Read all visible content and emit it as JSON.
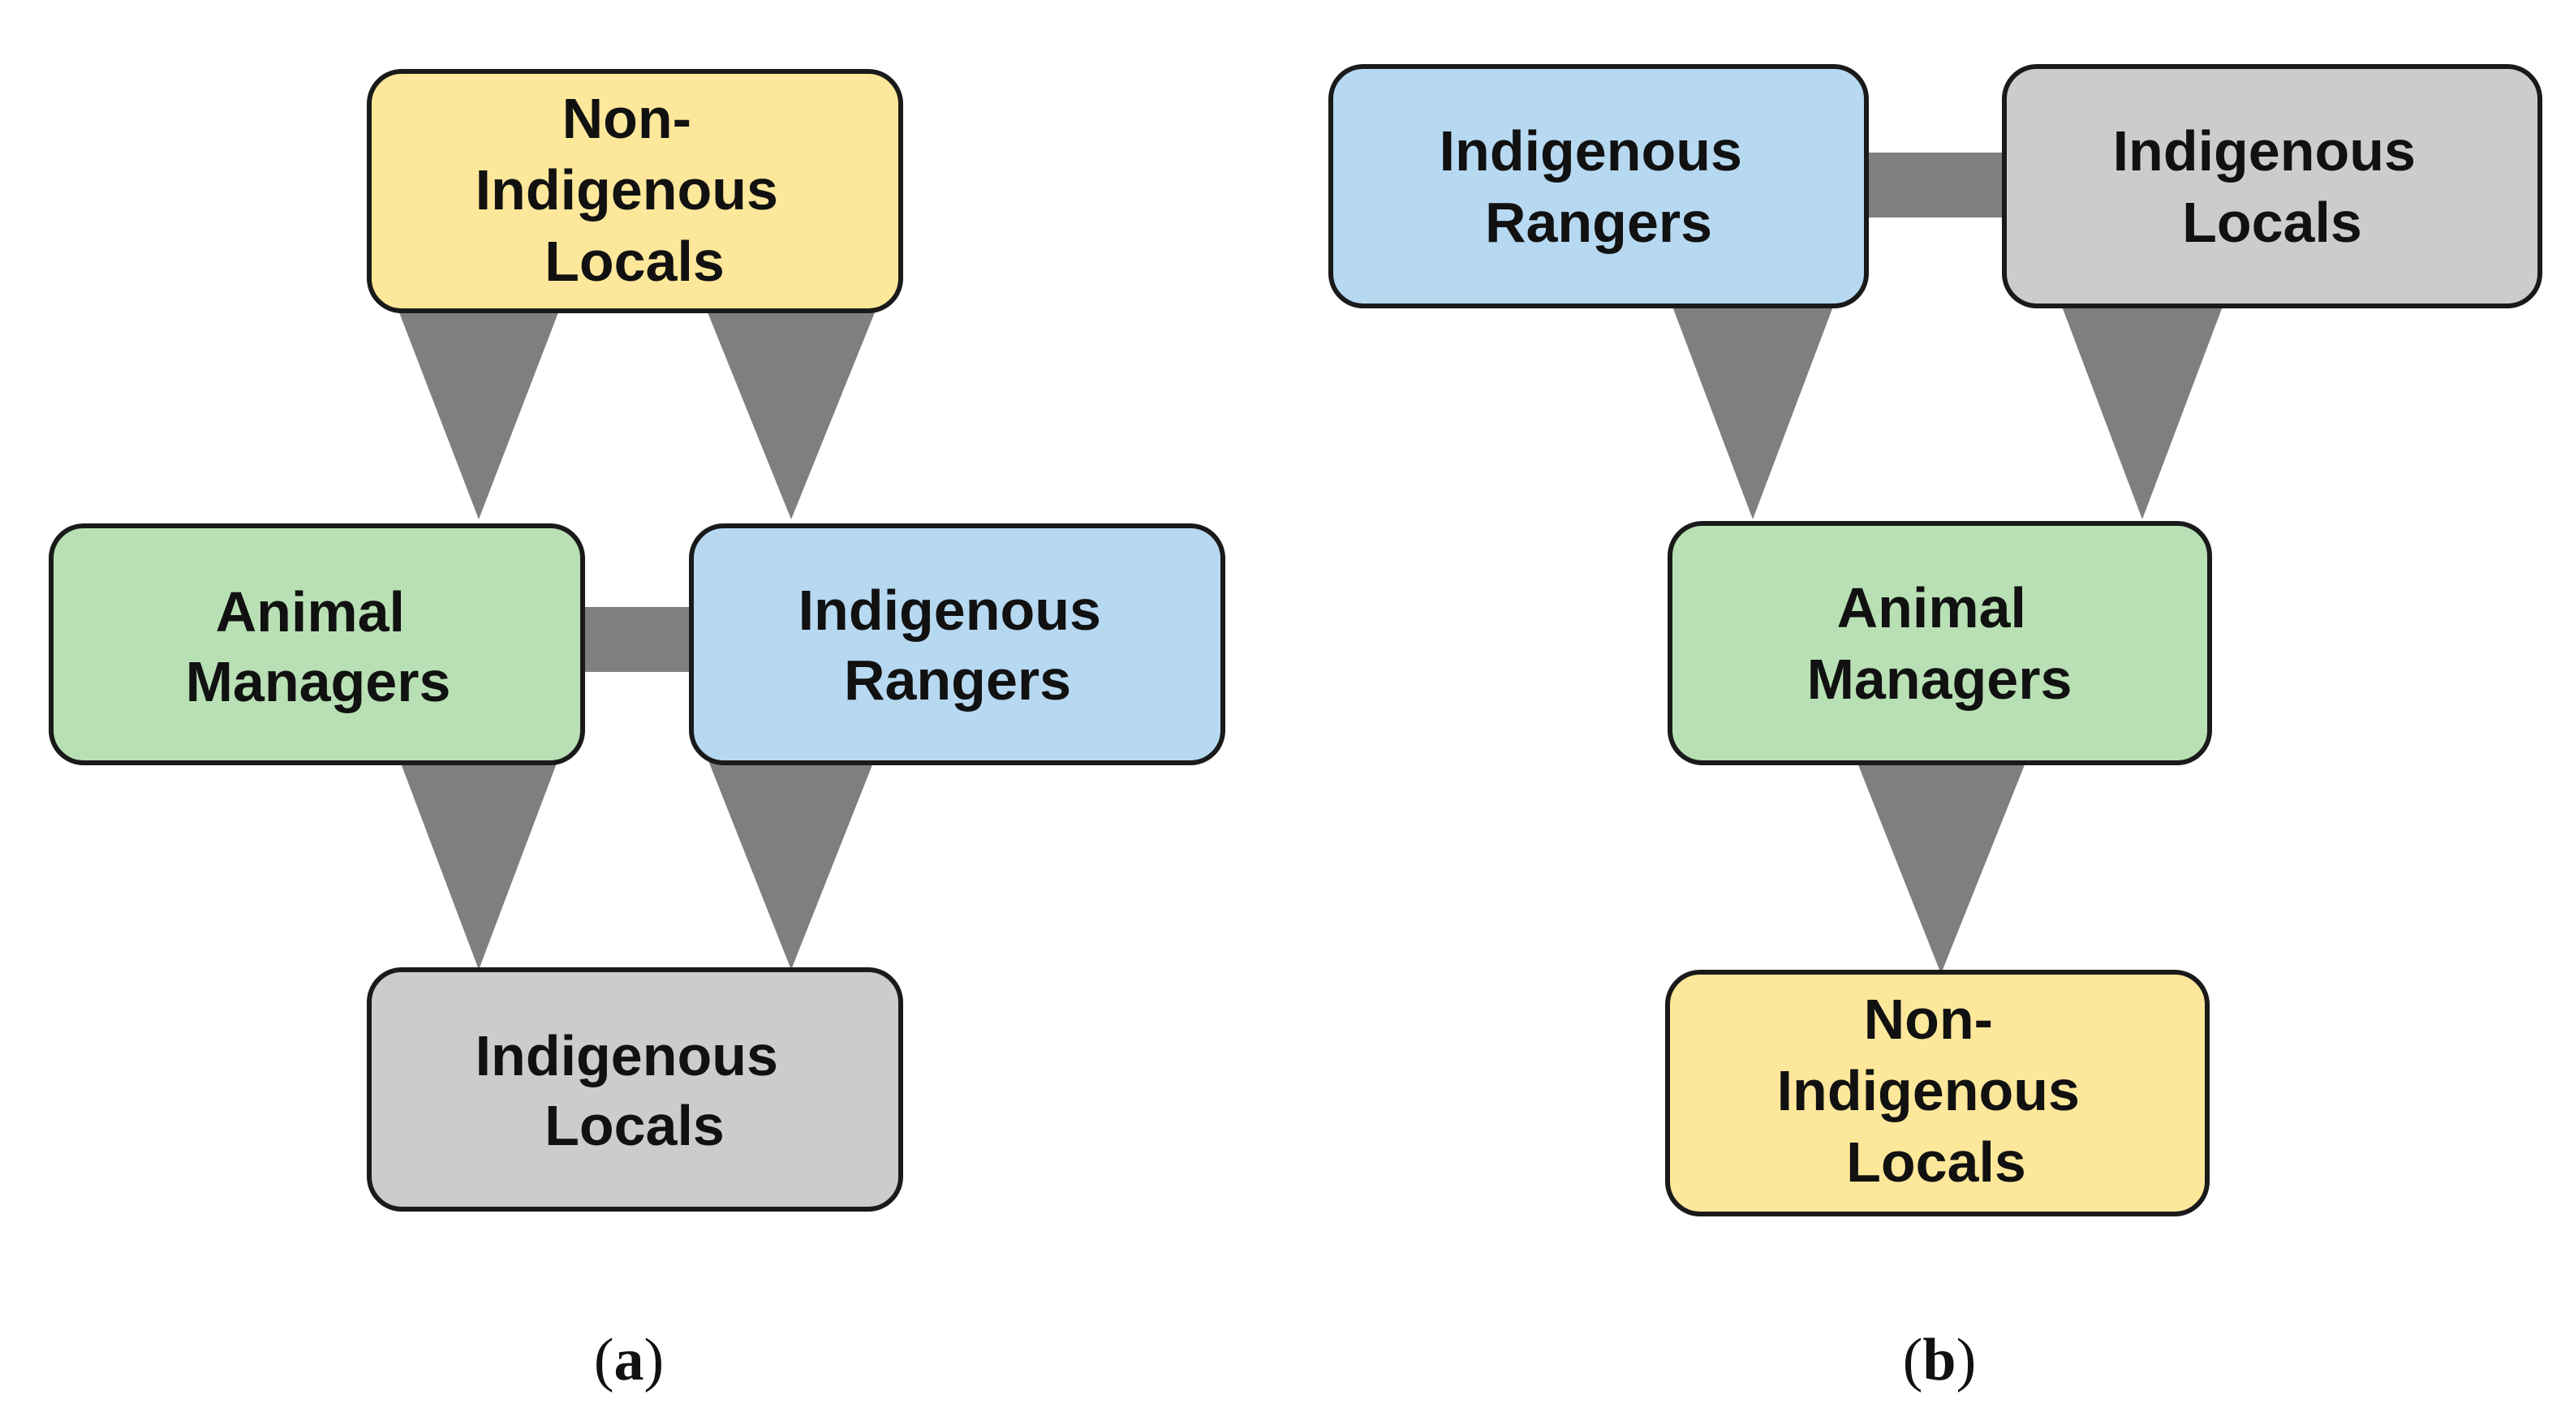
{
  "colors": {
    "yellow": "#fde79a",
    "green": "#b8e0b4",
    "blue": "#b6d8f1",
    "gray": "#cccccc",
    "connector": "#7f7f7f"
  },
  "panel_a": {
    "caption_open": "(",
    "caption_letter": "a",
    "caption_close": ")",
    "nodes": [
      {
        "id": "non_indigenous_locals",
        "lines": [
          "Non-",
          "Indigenous",
          "Locals"
        ]
      },
      {
        "id": "animal_managers",
        "lines": [
          "Animal",
          "Managers"
        ]
      },
      {
        "id": "indigenous_rangers",
        "lines": [
          "Indigenous",
          "Rangers"
        ]
      },
      {
        "id": "indigenous_locals",
        "lines": [
          "Indigenous",
          "Locals"
        ]
      }
    ]
  },
  "panel_b": {
    "caption_open": "(",
    "caption_letter": "b",
    "caption_close": ")",
    "nodes": [
      {
        "id": "indigenous_rangers",
        "lines": [
          "Indigenous",
          "Rangers"
        ]
      },
      {
        "id": "indigenous_locals",
        "lines": [
          "Indigenous",
          "Locals"
        ]
      },
      {
        "id": "animal_managers",
        "lines": [
          "Animal",
          "Managers"
        ]
      },
      {
        "id": "non_indigenous_locals",
        "lines": [
          "Non-",
          "Indigenous",
          "Locals"
        ]
      }
    ]
  }
}
